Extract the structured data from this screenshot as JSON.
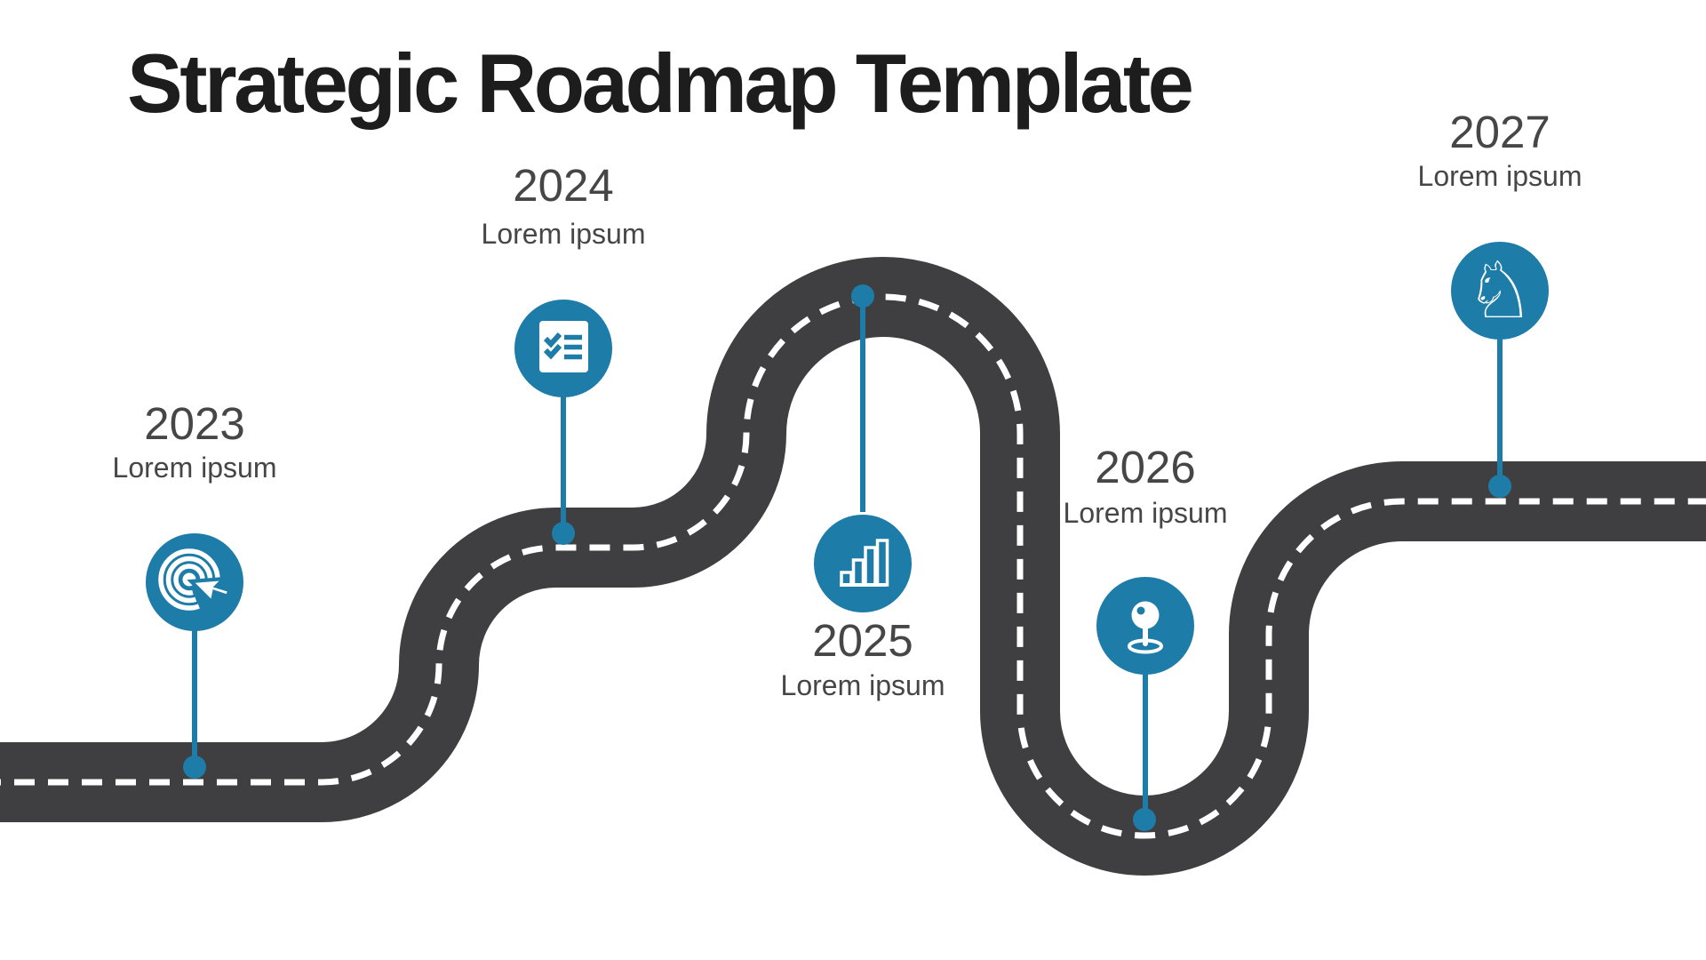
{
  "title": "Strategic Roadmap Template",
  "colors": {
    "accent": "#1e7ca8",
    "road": "#3f3f41",
    "dash": "#ffffff",
    "title_text": "#1d1d1d",
    "year_text": "#464646",
    "label_text": "#464646"
  },
  "milestones": [
    {
      "year": "2023",
      "label": "Lorem ipsum",
      "icon": "click-target-icon"
    },
    {
      "year": "2024",
      "label": "Lorem ipsum",
      "icon": "checklist-icon"
    },
    {
      "year": "2025",
      "label": "Lorem ipsum",
      "icon": "bar-chart-icon"
    },
    {
      "year": "2026",
      "label": "Lorem ipsum",
      "icon": "map-pin-icon"
    },
    {
      "year": "2027",
      "label": "Lorem ipsum",
      "icon": "chess-knight-icon",
      "glyph": "♘"
    }
  ]
}
